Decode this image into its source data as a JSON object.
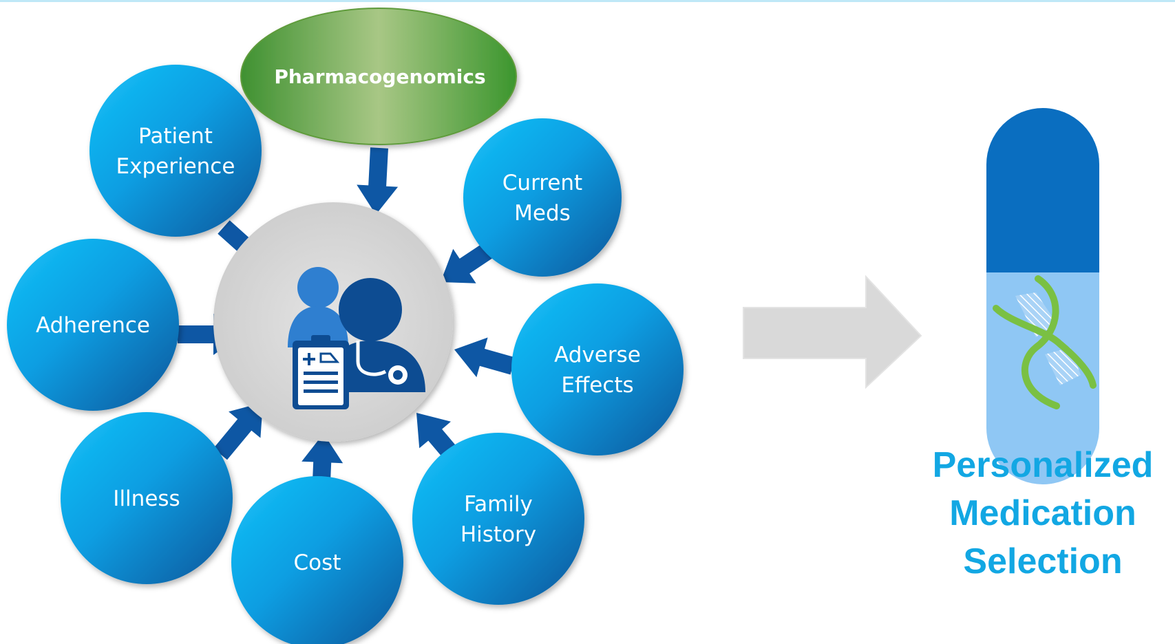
{
  "diagram": {
    "top_node": {
      "lines": [
        "Pharmacogenomics"
      ]
    },
    "factors": [
      {
        "key": "patient-experience",
        "lines": [
          "Patient",
          "Experience"
        ]
      },
      {
        "key": "current-meds",
        "lines": [
          "Current",
          "Meds"
        ]
      },
      {
        "key": "adherence",
        "lines": [
          "Adherence"
        ]
      },
      {
        "key": "adverse-effects",
        "lines": [
          "Adverse",
          "Effects"
        ]
      },
      {
        "key": "illness",
        "lines": [
          "Illness"
        ]
      },
      {
        "key": "family-history",
        "lines": [
          "Family",
          "History"
        ]
      },
      {
        "key": "cost",
        "lines": [
          "Cost"
        ]
      }
    ],
    "center_icon": "doctor-patient-clipboard-icon",
    "result": {
      "icon": "dna-capsule-icon",
      "lines": [
        "Personalized",
        "Medication",
        "Selection"
      ]
    }
  },
  "colors": {
    "factor_dark": "#0A4F96",
    "factor_light": "#14B8F5",
    "top_node_dark": "#3E9632",
    "top_node_light": "#A7C781",
    "arrow_blue": "#0E57A4",
    "center_fill": "#D9D9D9",
    "result_text": "#12A7E3",
    "capsule_top": "#0A6EC0",
    "capsule_bottom": "#8FC7F4",
    "dna_green": "#7AC043",
    "big_arrow": "#D9D9D9"
  }
}
